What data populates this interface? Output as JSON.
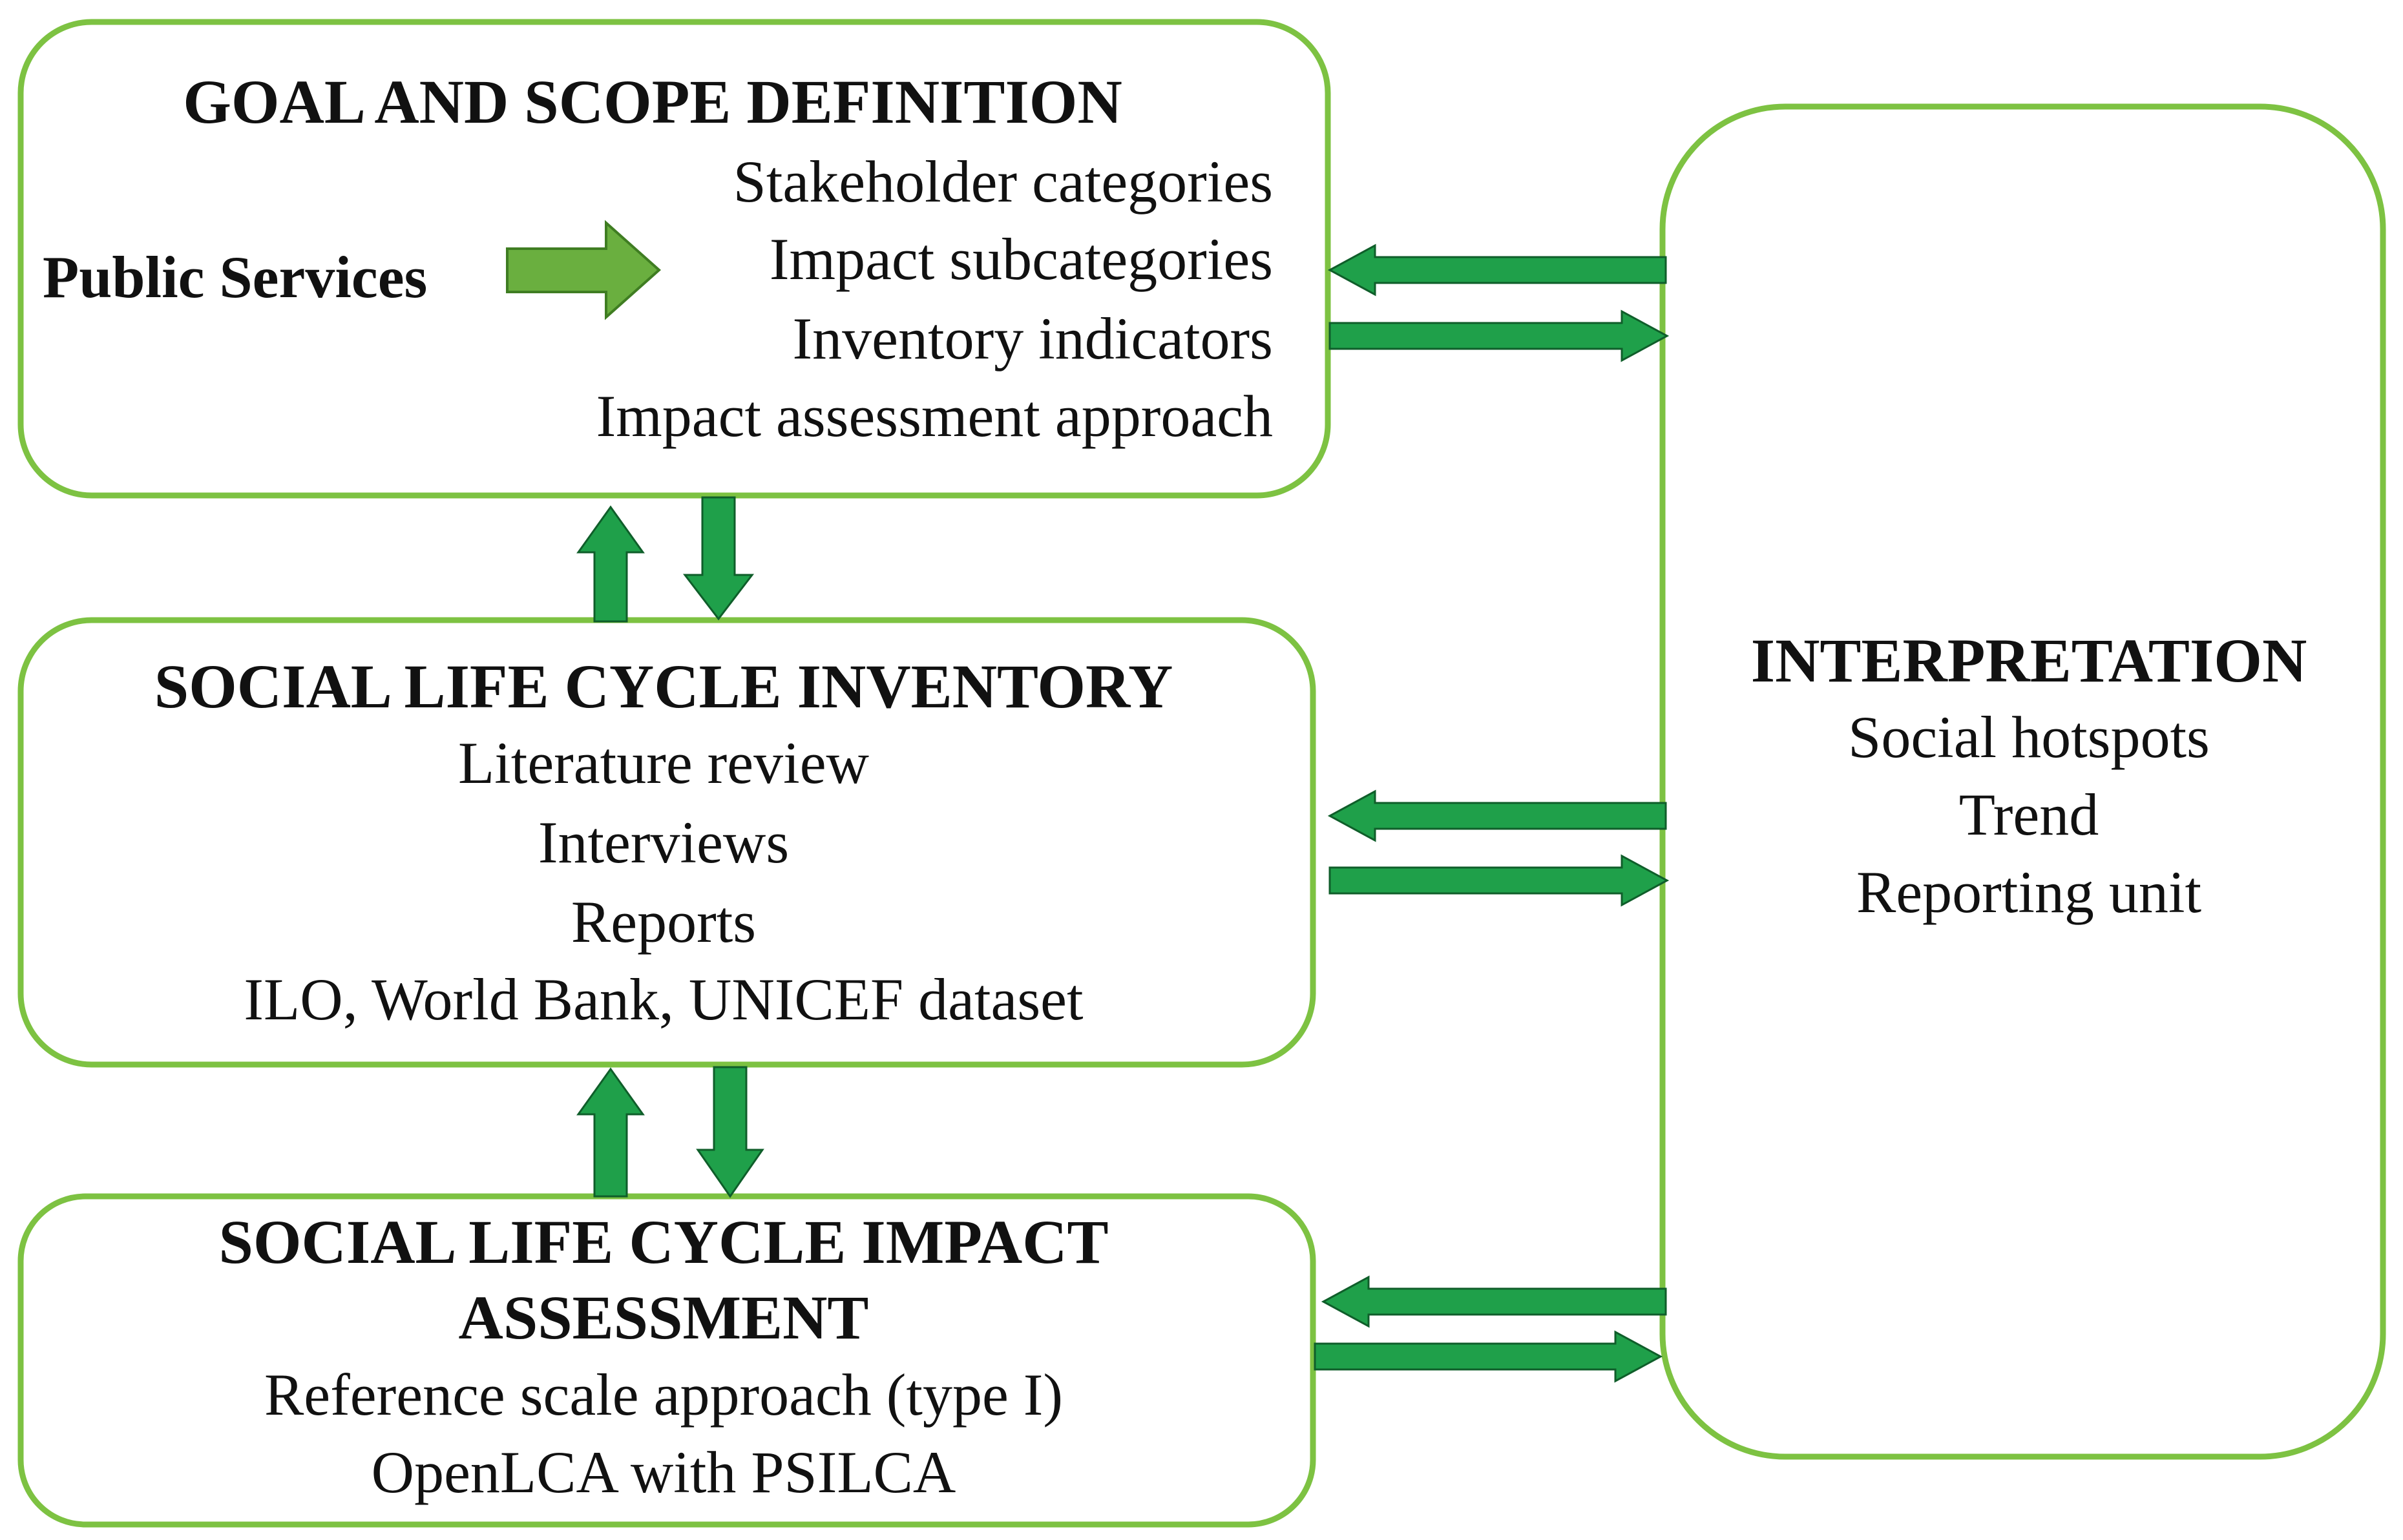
{
  "goal_scope": {
    "title": "GOAL AND SCOPE DEFINITION",
    "input_label": "Public Services",
    "items": [
      "Stakeholder categories",
      "Impact subcategories",
      "Inventory indicators",
      "Impact assessment approach"
    ]
  },
  "inventory": {
    "title": "SOCIAL LIFE CYCLE INVENTORY",
    "items": [
      "Literature review",
      "Interviews",
      "Reports",
      "ILO, World Bank, UNICEF dataset"
    ]
  },
  "impact": {
    "title_line1": "SOCIAL LIFE CYCLE IMPACT",
    "title_line2": "ASSESSMENT",
    "items": [
      "Reference scale approach (type I)",
      "OpenLCA with PSILCA"
    ]
  },
  "interpretation": {
    "title": "INTERPRETATION",
    "items": [
      "Social hotspots",
      "Trend",
      "Reporting unit"
    ]
  },
  "colors": {
    "box_border": "#7dc242",
    "arrow_fill": "#1fa04a",
    "input_arrow_fill": "#6aaf3f"
  }
}
